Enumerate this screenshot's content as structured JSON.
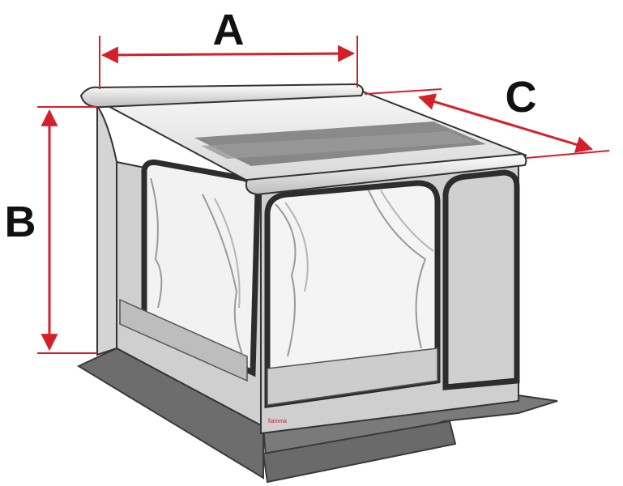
{
  "diagram": {
    "labels": {
      "width": "A",
      "height": "B",
      "depth": "C"
    },
    "brand_mark": "fiamma",
    "colors": {
      "arrow": "#d3202a",
      "ground": "#6d6d6d",
      "panel_frame": "#2d2d2d",
      "wall": "#d9d9d9",
      "window": "#f4f4f4",
      "canopy": "#ececec",
      "stripe": "#5a5a5a",
      "outline": "#333333"
    }
  }
}
